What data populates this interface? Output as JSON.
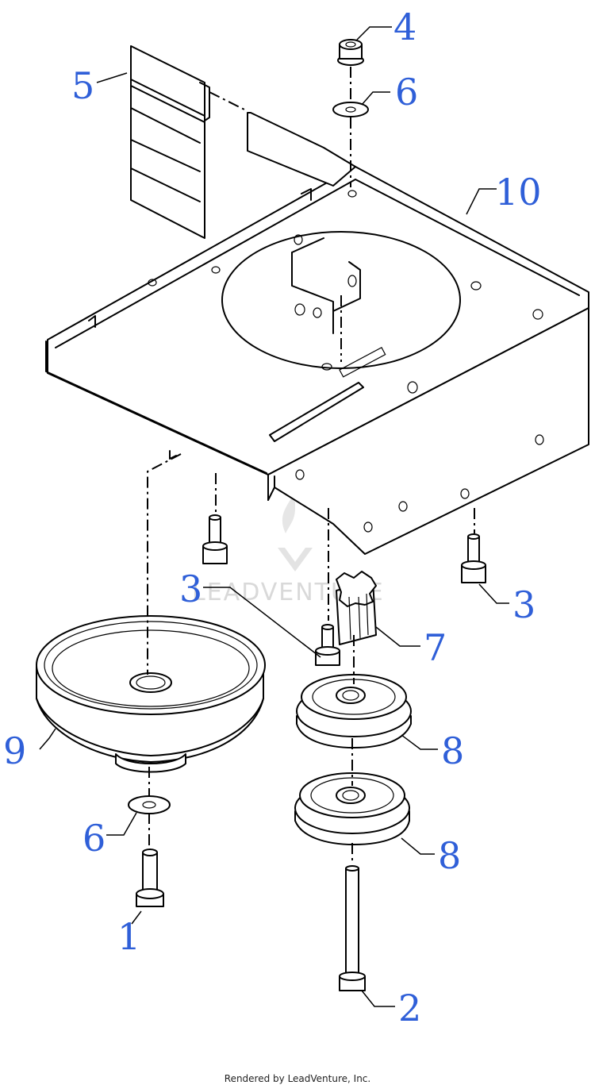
{
  "callouts": [
    {
      "id": "1",
      "label": "1"
    },
    {
      "id": "2",
      "label": "2"
    },
    {
      "id": "3a",
      "label": "3"
    },
    {
      "id": "3b",
      "label": "3"
    },
    {
      "id": "4",
      "label": "4"
    },
    {
      "id": "5",
      "label": "5"
    },
    {
      "id": "6a",
      "label": "6"
    },
    {
      "id": "6b",
      "label": "6"
    },
    {
      "id": "7",
      "label": "7"
    },
    {
      "id": "8a",
      "label": "8"
    },
    {
      "id": "8b",
      "label": "8"
    },
    {
      "id": "9",
      "label": "9"
    },
    {
      "id": "10",
      "label": "10"
    }
  ],
  "watermark": "LEADVENTURE",
  "footer": "Rendered by LeadVenture, Inc.",
  "colors": {
    "callout": "#2f5fd8",
    "line": "#000000",
    "watermark": "#d9d9d9"
  }
}
